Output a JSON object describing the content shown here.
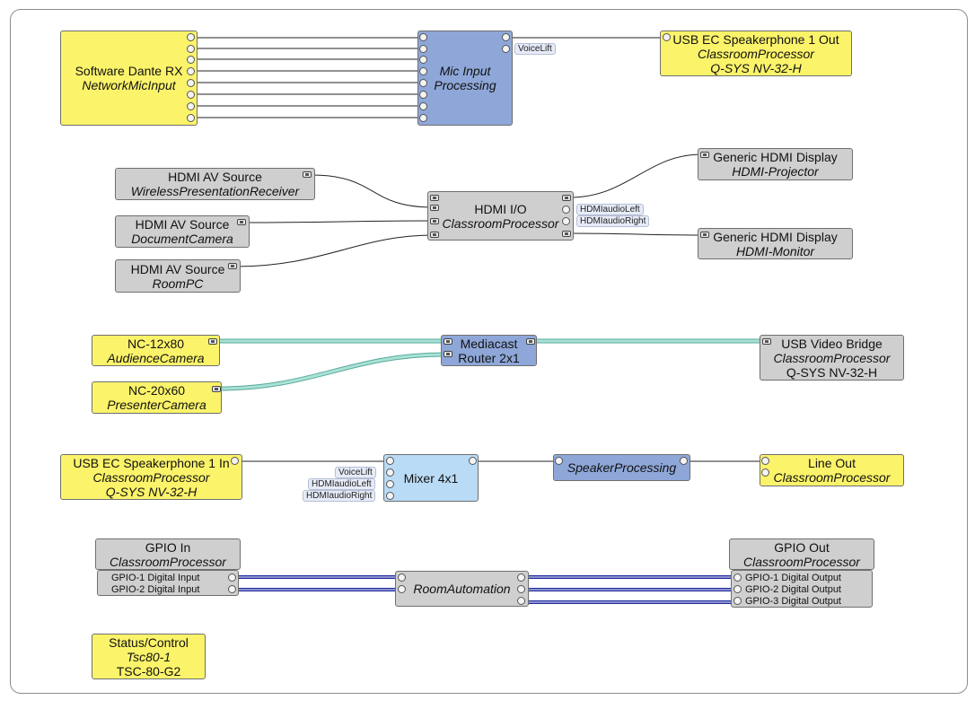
{
  "blocks": {
    "dante_rx": {
      "title": "Software Dante RX",
      "subtitle": "NetworkMicInput"
    },
    "mic_input": {
      "title": "Mic Input",
      "subtitle": "Processing"
    },
    "usb_ec_out": {
      "title": "USB EC Speakerphone 1 Out",
      "subtitle": "ClassroomProcessor",
      "model": "Q-SYS NV-32-H"
    },
    "hdmi_src_wireless": {
      "title": "HDMI AV Source",
      "subtitle": "WirelessPresentationReceiver"
    },
    "hdmi_src_doc": {
      "title": "HDMI AV Source",
      "subtitle": "DocumentCamera"
    },
    "hdmi_src_pc": {
      "title": "HDMI AV Source",
      "subtitle": "RoomPC"
    },
    "hdmi_io": {
      "title": "HDMI I/O",
      "subtitle": "ClassroomProcessor"
    },
    "hdmi_disp_proj": {
      "title": "Generic HDMI Display",
      "subtitle": "HDMI-Projector"
    },
    "hdmi_disp_mon": {
      "title": "Generic HDMI Display",
      "subtitle": "HDMI-Monitor"
    },
    "nc12": {
      "title": "NC-12x80",
      "subtitle": "AudienceCamera"
    },
    "nc20": {
      "title": "NC-20x60",
      "subtitle": "PresenterCamera"
    },
    "mediacast": {
      "title": "Mediacast",
      "title2": "Router 2x1"
    },
    "usb_video": {
      "title": "USB Video Bridge",
      "subtitle": "ClassroomProcessor",
      "model": "Q-SYS NV-32-H"
    },
    "usb_ec_in": {
      "title": "USB EC Speakerphone 1 In",
      "subtitle": "ClassroomProcessor",
      "model": "Q-SYS NV-32-H"
    },
    "mixer": {
      "title": "Mixer 4x1"
    },
    "speaker_proc": {
      "subtitle": "SpeakerProcessing"
    },
    "line_out": {
      "title": "Line Out",
      "subtitle": "ClassroomProcessor"
    },
    "gpio_in": {
      "title": "GPIO In",
      "subtitle": "ClassroomProcessor",
      "pins": [
        "GPIO-1 Digital Input",
        "GPIO-2 Digital Input"
      ]
    },
    "room_auto": {
      "subtitle": "RoomAutomation"
    },
    "gpio_out": {
      "title": "GPIO Out",
      "subtitle": "ClassroomProcessor",
      "pins": [
        "GPIO-1 Digital Output",
        "GPIO-2 Digital Output",
        "GPIO-3 Digital Output"
      ]
    },
    "status": {
      "title": "Status/Control",
      "subtitle": "Tsc80-1",
      "model": "TSC-80-G2"
    }
  },
  "tags": {
    "voicelift_out": "VoiceLift",
    "hdmi_left_out": "HDMIaudioLeft",
    "hdmi_right_out": "HDMIaudioRight",
    "voicelift_in": "VoiceLift",
    "hdmi_left_in": "HDMIaudioLeft",
    "hdmi_right_in": "HDMIaudioRight"
  },
  "colors": {
    "yellow_block": "#fbf36a",
    "gray_block": "#cfcfcf",
    "blue_block": "#8ea7d8",
    "light_blue_block": "#b9dbf6",
    "video_wire": "#8fd3c4",
    "control_wire": "#2a34b8"
  }
}
